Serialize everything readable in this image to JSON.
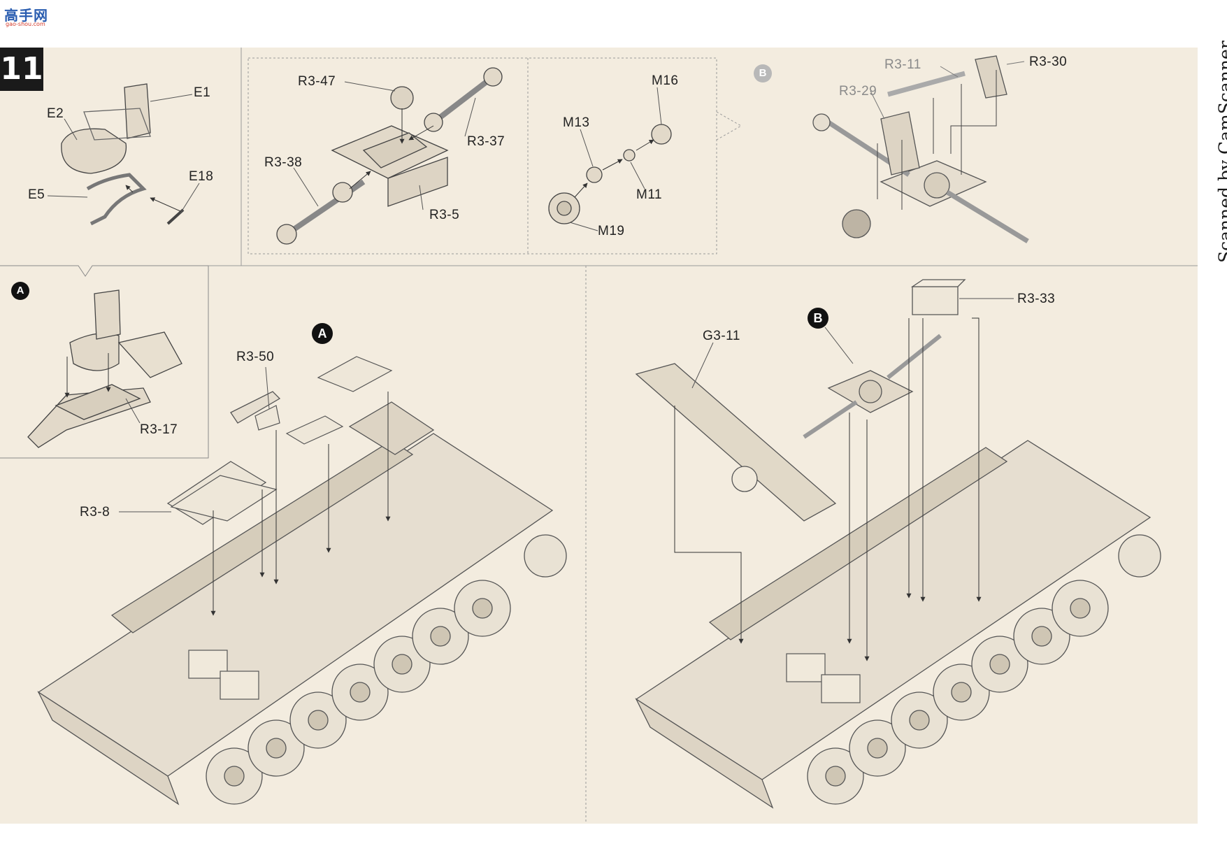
{
  "header": {
    "logo_text": "高手网",
    "logo_sub": "gao-shou.com",
    "step_number": "11",
    "scanner_watermark": "Scanned by CamScanner"
  },
  "colors": {
    "paper": "#f3ecdf",
    "ink": "#222222",
    "line": "#555555",
    "part_fill": "#e6ded0",
    "faded": "#9a9a9a"
  },
  "panels": {
    "seat": {
      "labels": [
        "E1",
        "E2",
        "E18",
        "E5"
      ]
    },
    "driveshaft": {
      "labels": [
        "R3-47",
        "R3-37",
        "R3-38",
        "R3-5"
      ]
    },
    "wheel": {
      "labels": [
        "M16",
        "M13",
        "M11",
        "M19"
      ]
    },
    "subassembly_b": {
      "callout": "B",
      "labels": [
        "R3-11",
        "R3-30",
        "R3-29"
      ]
    },
    "subassembly_a": {
      "callout": "A",
      "labels": [
        "R3-17"
      ]
    },
    "hull_left": {
      "callout": "A",
      "labels": [
        "R3-50",
        "R3-8"
      ]
    },
    "hull_right": {
      "callout": "B",
      "labels": [
        "R3-33",
        "G3-11"
      ]
    }
  }
}
